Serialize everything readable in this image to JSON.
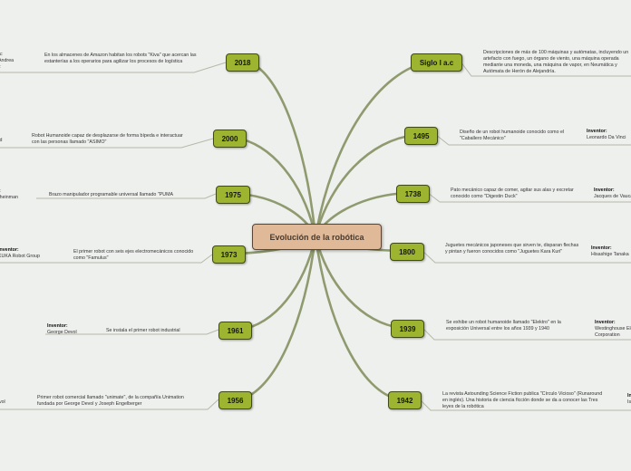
{
  "center": "Evolución de la robótica",
  "left": [
    {
      "year": "2018",
      "desc": "En los almacenes de Amazon habitan los robots \"Kiva\" que acercan las estanterías a los operarios para agilizar los procesos de logística",
      "inv_label": "s:",
      "inv_lines": [
        "Andrea",
        "z"
      ]
    },
    {
      "year": "2000",
      "desc": "Robot Humanoide capaz de desplazarse de forma bípeda e interactuar con las personas llamado \"ASIMO\"",
      "inv_label": "",
      "inv_lines": [
        "td"
      ]
    },
    {
      "year": "1975",
      "desc": "Brazo manipulador programable universal llamado \"PUMA",
      "inv_label": "r:",
      "inv_lines": [
        "cheinman"
      ]
    },
    {
      "year": "1973",
      "desc": "El primer robot con seis ejes electromecánicos conocido como \"Famulus\"",
      "inv_label": "Inventor:",
      "inv_lines": [
        "KUKA Robot Group"
      ]
    },
    {
      "year": "1961",
      "desc": "Se instala el primer robot industrial",
      "inv_label": "Inventor:",
      "inv_lines": [
        "George Devol"
      ]
    },
    {
      "year": "1956",
      "desc": "Primer robot comercial llamado \"unimate\", de la compañía Unimation fundada por George Devol y Joseph Engelberger",
      "inv_label": "r:",
      "inv_lines": [
        "evol"
      ]
    }
  ],
  "right": [
    {
      "year": "Siglo I a.c",
      "desc": "Descripciones de más de 100 máquinas y autómatas, incluyendo un artefacto con fuego, un órgano de viento, una máquina operada mediante una moneda, una máquina de vapor, en Neumática y Autómata de Herón de Alejandría.",
      "inv_label": "",
      "inv_lines": []
    },
    {
      "year": "1495",
      "desc": "Diseño de un robot humanoide conocido como el \"Caballero Mecánico\"",
      "inv_label": "Inventor:",
      "inv_lines": [
        "Leonardo Da Vinci"
      ]
    },
    {
      "year": "1738",
      "desc": "Pato mecánico capaz de comer, agitar sus alas y excretar conocido como \"Digestin Duck\"",
      "inv_label": "Inventor:",
      "inv_lines": [
        "Jacques de Vaucanson"
      ]
    },
    {
      "year": "1800",
      "desc": "Juguetes mecánicos japoneses que sirven te, disparan flechas y pintan y fueron conocidos como \"Juguetes Kara Kuri\"",
      "inv_label": "Inventor:",
      "inv_lines": [
        "Hisashige Tanaka"
      ]
    },
    {
      "year": "1939",
      "desc": "Se exhibe un robot humanoide llamado \"Elektro\" en la exposición Universal entre los años 1939 y 1940",
      "inv_label": "Inventor:",
      "inv_lines": [
        "Westinghouse Electric",
        "Corporation"
      ]
    },
    {
      "year": "1942",
      "desc": "La revista Astounding Science Fiction publica \"Círculo Vicioso\" (Runaround en inglés). Una historia de ciencia ficción donde se da a conocer las Tres leyes de la robótica",
      "inv_label": "Inventor:",
      "inv_lines": [
        "Isaac Asimov"
      ]
    }
  ],
  "colors": {
    "background": "#eef0ee",
    "node": "#9cb42f",
    "center": "#e0b999",
    "branch": "#8f9a6e",
    "connector": "#b5b9a8"
  }
}
